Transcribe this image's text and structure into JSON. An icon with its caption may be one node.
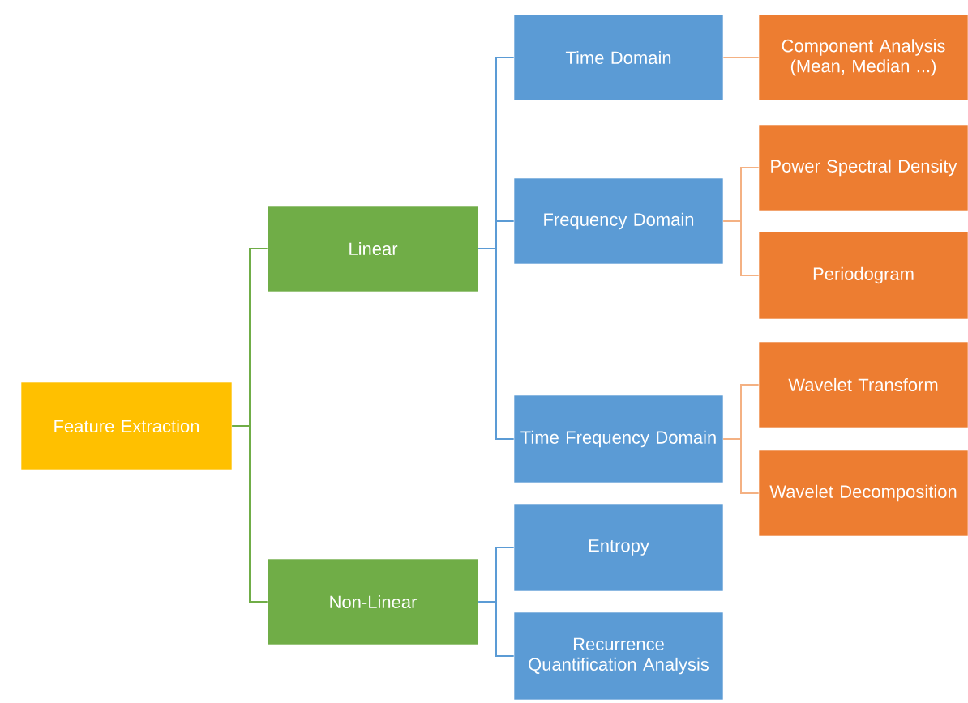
{
  "diagram": {
    "nodes": [
      {
        "text": [
          "Feature Extraction"
        ]
      },
      {
        "text": [
          "Linear"
        ]
      },
      {
        "text": [
          "Non-Linear"
        ]
      },
      {
        "text": [
          "Time Domain"
        ]
      },
      {
        "text": [
          "Frequency Domain"
        ]
      },
      {
        "text": [
          "Time Frequency Domain"
        ]
      },
      {
        "text": [
          "Entropy"
        ]
      },
      {
        "text": [
          "Recurrence Quantification Analysis"
        ]
      },
      {
        "text": [
          "Component Analysis (Mean, Median ...)"
        ]
      },
      {
        "text": [
          "Power Spectral Density"
        ]
      },
      {
        "text": [
          "Periodogram"
        ]
      },
      {
        "text": [
          "Wavelet Transform"
        ]
      },
      {
        "text": [
          "Wavelet Decomposition"
        ]
      }
    ],
    "edges": [
      {
        "from": 0,
        "to": 1,
        "arrow": "none",
        "color": "#70ad47"
      },
      {
        "from": 0,
        "to": 2,
        "arrow": "none",
        "color": "#70ad47"
      },
      {
        "from": 1,
        "to": 3,
        "arrow": "none",
        "color": "#5b9bd5"
      },
      {
        "from": 1,
        "to": 4,
        "arrow": "none",
        "color": "#5b9bd5"
      },
      {
        "from": 1,
        "to": 5,
        "arrow": "none",
        "color": "#5b9bd5"
      },
      {
        "from": 2,
        "to": 6,
        "arrow": "none",
        "color": "#5b9bd5"
      },
      {
        "from": 2,
        "to": 7,
        "arrow": "none",
        "color": "#5b9bd5"
      },
      {
        "from": 3,
        "to": 8,
        "arrow": "none",
        "color": "#f4b183"
      },
      {
        "from": 4,
        "to": 9,
        "arrow": "none",
        "color": "#f4b183"
      },
      {
        "from": 4,
        "to": 10,
        "arrow": "none",
        "color": "#f4b183"
      },
      {
        "from": 5,
        "to": 11,
        "arrow": "none",
        "color": "#f4b183"
      },
      {
        "from": 5,
        "to": 12,
        "arrow": "none",
        "color": "#f4b183"
      }
    ]
  }
}
